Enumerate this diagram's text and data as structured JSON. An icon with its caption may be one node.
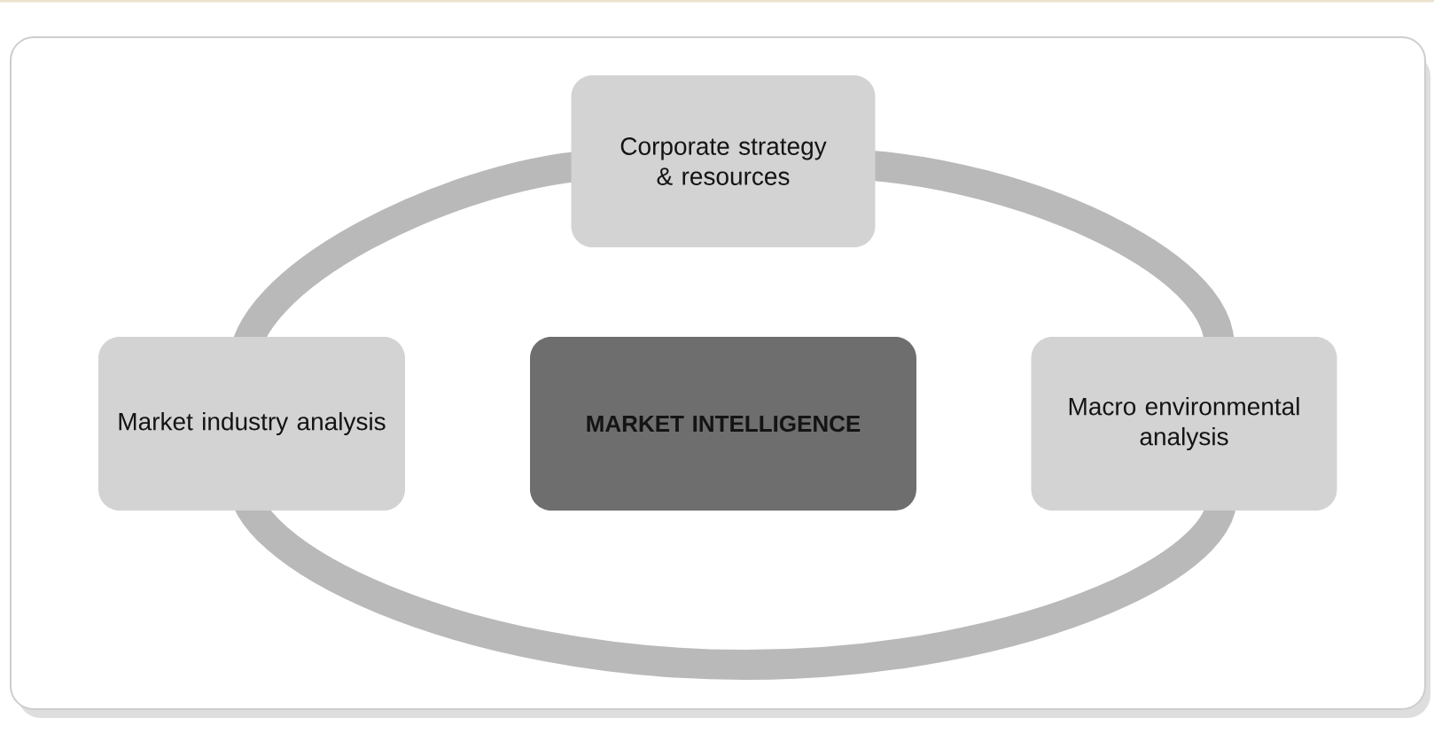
{
  "diagram": {
    "nodes": [
      {
        "text": [
          "Corporate strategy & resources"
        ]
      },
      {
        "text": [
          "Market industry analysis"
        ]
      },
      {
        "text": [
          "MARKET INTELLIGENCE"
        ]
      },
      {
        "text": [
          "Macro environmental analysis"
        ]
      }
    ],
    "edges": [
      {
        "from": 0,
        "to": 1,
        "arrow": "none"
      },
      {
        "from": 0,
        "to": 3,
        "arrow": "none"
      },
      {
        "from": 1,
        "to": 3,
        "arrow": "none"
      }
    ]
  }
}
